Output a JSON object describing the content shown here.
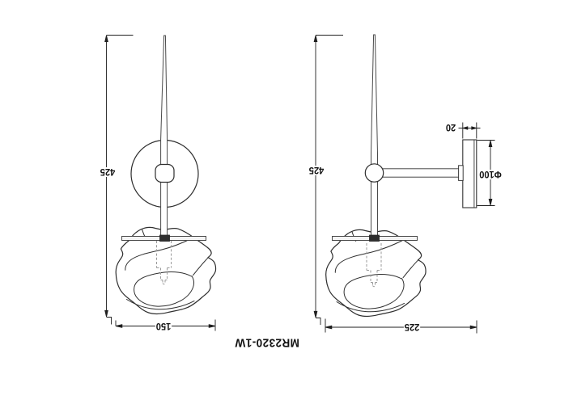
{
  "page": {
    "kind": "wall lamp technical line drawing, rotated 180 degrees",
    "background": "#ffffff"
  },
  "model": {
    "label": "MR2320-1W"
  },
  "views": {
    "front": {
      "name": "front view",
      "height_mm": "425",
      "shade_width_mm": "150"
    },
    "side": {
      "name": "side view",
      "height_mm": "425",
      "depth_mm": "225",
      "backplate_thickness_mm": "20",
      "backplate_diameter": "Φ100"
    }
  },
  "colors": {
    "line": "#2e2e2e",
    "hardware_line": "#4a4a4a",
    "dashed_hidden": "#9a9a9a",
    "dimension": "#1f1f1f",
    "text": "#111111",
    "background": "#ffffff"
  }
}
